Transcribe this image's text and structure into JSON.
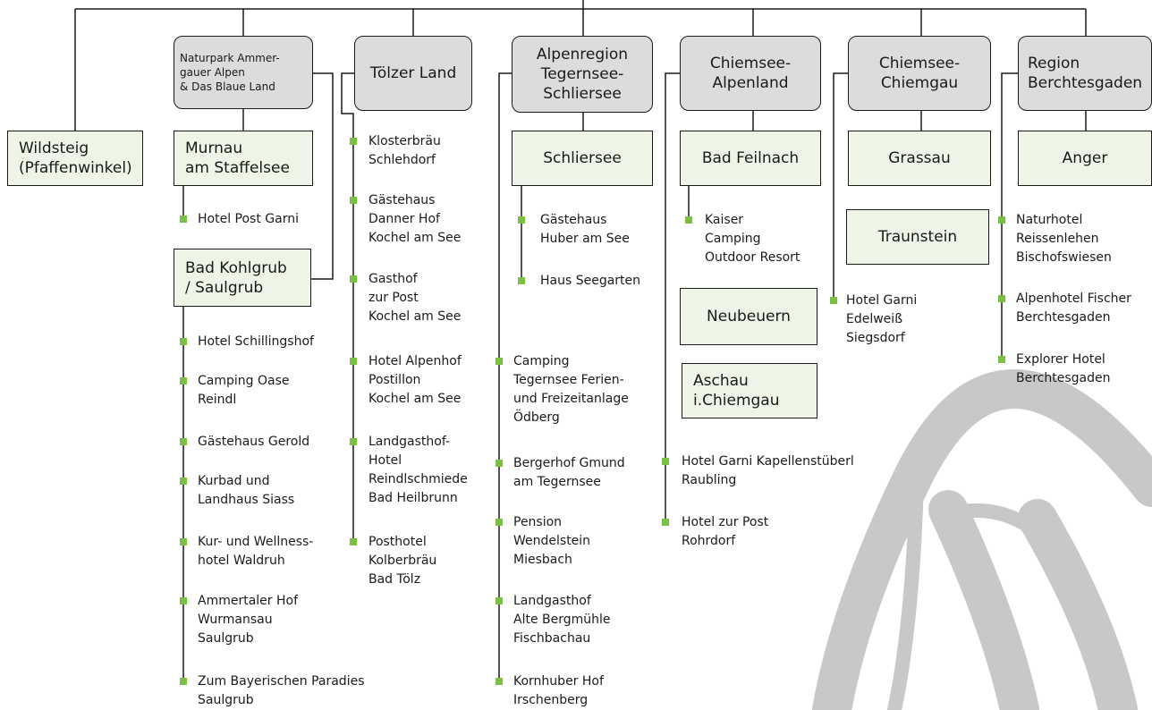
{
  "regions": [
    {
      "id": "ammergau",
      "lines": [
        "Naturpark Ammer-",
        "gauer Alpen",
        "& Das Blaue Land"
      ]
    },
    {
      "id": "toelz",
      "lines": [
        "Tölzer Land"
      ]
    },
    {
      "id": "tegernsee",
      "lines": [
        "Alpenregion",
        "Tegernsee-",
        "Schliersee"
      ]
    },
    {
      "id": "chiemsee_alpenland",
      "lines": [
        "Chiemsee-",
        "Alpenland"
      ]
    },
    {
      "id": "chiemsee_chiemgau",
      "lines": [
        "Chiemsee-",
        "Chiemgau"
      ]
    },
    {
      "id": "berchtesgaden",
      "lines": [
        "Region",
        "Berchtesgaden"
      ]
    }
  ],
  "places": [
    {
      "id": "wildsteig",
      "lines": [
        "Wildsteig",
        "(Pfaffenwinkel)"
      ]
    },
    {
      "id": "murnau",
      "lines": [
        "Murnau",
        "am Staffelsee"
      ]
    },
    {
      "id": "kohlgrub",
      "lines": [
        "Bad Kohlgrub",
        "/ Saulgrub"
      ]
    },
    {
      "id": "schliersee",
      "lines": [
        "Schliersee"
      ]
    },
    {
      "id": "feilnach",
      "lines": [
        "Bad Feilnach"
      ]
    },
    {
      "id": "neubeuern",
      "lines": [
        "Neubeuern"
      ]
    },
    {
      "id": "aschau",
      "lines": [
        "Aschau",
        "i.Chiemgau"
      ]
    },
    {
      "id": "grassau",
      "lines": [
        "Grassau"
      ]
    },
    {
      "id": "traunstein",
      "lines": [
        "Traunstein"
      ]
    },
    {
      "id": "anger",
      "lines": [
        "Anger"
      ]
    }
  ],
  "hotels": [
    {
      "id": "h_post_garni",
      "lines": [
        "Hotel Post Garni"
      ]
    },
    {
      "id": "h_schillingshof",
      "lines": [
        "Hotel Schillingshof"
      ]
    },
    {
      "id": "h_oase",
      "lines": [
        "Camping Oase",
        "Reindl"
      ]
    },
    {
      "id": "h_gerold",
      "lines": [
        "Gästehaus Gerold"
      ]
    },
    {
      "id": "h_kurbad",
      "lines": [
        "Kurbad und",
        "Landhaus Siass"
      ]
    },
    {
      "id": "h_waldruh",
      "lines": [
        "Kur- und Wellness-",
        "hotel Waldruh"
      ]
    },
    {
      "id": "h_ammertaler",
      "lines": [
        "Ammertaler Hof",
        "Wurmansau",
        "Saulgrub"
      ]
    },
    {
      "id": "h_paradies",
      "lines": [
        "Zum Bayerischen Paradies",
        "Saulgrub"
      ]
    },
    {
      "id": "h_klosterbraeu",
      "lines": [
        "Klosterbräu",
        "Schlehdorf"
      ]
    },
    {
      "id": "h_danner",
      "lines": [
        "Gästehaus",
        "Danner Hof",
        "Kochel am See"
      ]
    },
    {
      "id": "h_gasthof_post",
      "lines": [
        "Gasthof",
        "zur Post",
        "Kochel am See"
      ]
    },
    {
      "id": "h_alpenhof",
      "lines": [
        "Hotel Alpenhof",
        "Postillon",
        "Kochel am See"
      ]
    },
    {
      "id": "h_reindlschmiede",
      "lines": [
        "Landgasthof-",
        "Hotel",
        "Reindlschmiede",
        "Bad Heilbrunn"
      ]
    },
    {
      "id": "h_kolberbraeu",
      "lines": [
        "Posthotel",
        "Kolberbräu",
        "Bad Tölz"
      ]
    },
    {
      "id": "h_huber",
      "lines": [
        "Gästehaus",
        "Huber am See"
      ]
    },
    {
      "id": "h_seegarten",
      "lines": [
        "Haus Seegarten"
      ]
    },
    {
      "id": "h_camping_tegernsee",
      "lines": [
        "Camping",
        "Tegernsee Ferien-",
        "und Freizeitanlage",
        "Ödberg"
      ]
    },
    {
      "id": "h_bergerhof",
      "lines": [
        "Bergerhof Gmund",
        "am Tegernsee"
      ]
    },
    {
      "id": "h_wendelstein",
      "lines": [
        "Pension",
        "Wendelstein",
        "Miesbach"
      ]
    },
    {
      "id": "h_bergmuehle",
      "lines": [
        "Landgasthof",
        "Alte Bergmühle",
        "Fischbachau"
      ]
    },
    {
      "id": "h_kornhuber",
      "lines": [
        "Kornhuber Hof",
        "Irschenberg"
      ]
    },
    {
      "id": "h_kaiser",
      "lines": [
        "Kaiser",
        "Camping",
        "Outdoor Resort"
      ]
    },
    {
      "id": "h_kapellen",
      "lines": [
        "Hotel Garni Kapellenstüberl",
        "Raubling"
      ]
    },
    {
      "id": "h_post_rohrdorf",
      "lines": [
        "Hotel zur Post",
        "Rohrdorf"
      ]
    },
    {
      "id": "h_edelweiss",
      "lines": [
        "Hotel Garni",
        "Edelweiß",
        "Siegsdorf"
      ]
    },
    {
      "id": "h_reissenlehen",
      "lines": [
        "Naturhotel",
        "Reissenlehen",
        "Bischofswiesen"
      ]
    },
    {
      "id": "h_fischer",
      "lines": [
        "Alpenhotel Fischer",
        "Berchtesgaden"
      ]
    },
    {
      "id": "h_explorer",
      "lines": [
        "Explorer Hotel",
        "Berchtesgaden"
      ]
    }
  ],
  "colors": {
    "region_fill": "#dcdcdc",
    "place_fill": "#eef5e6",
    "bullet": "#7ac143",
    "line": "#1a1a1a",
    "watermark": "#c8c8c8"
  }
}
